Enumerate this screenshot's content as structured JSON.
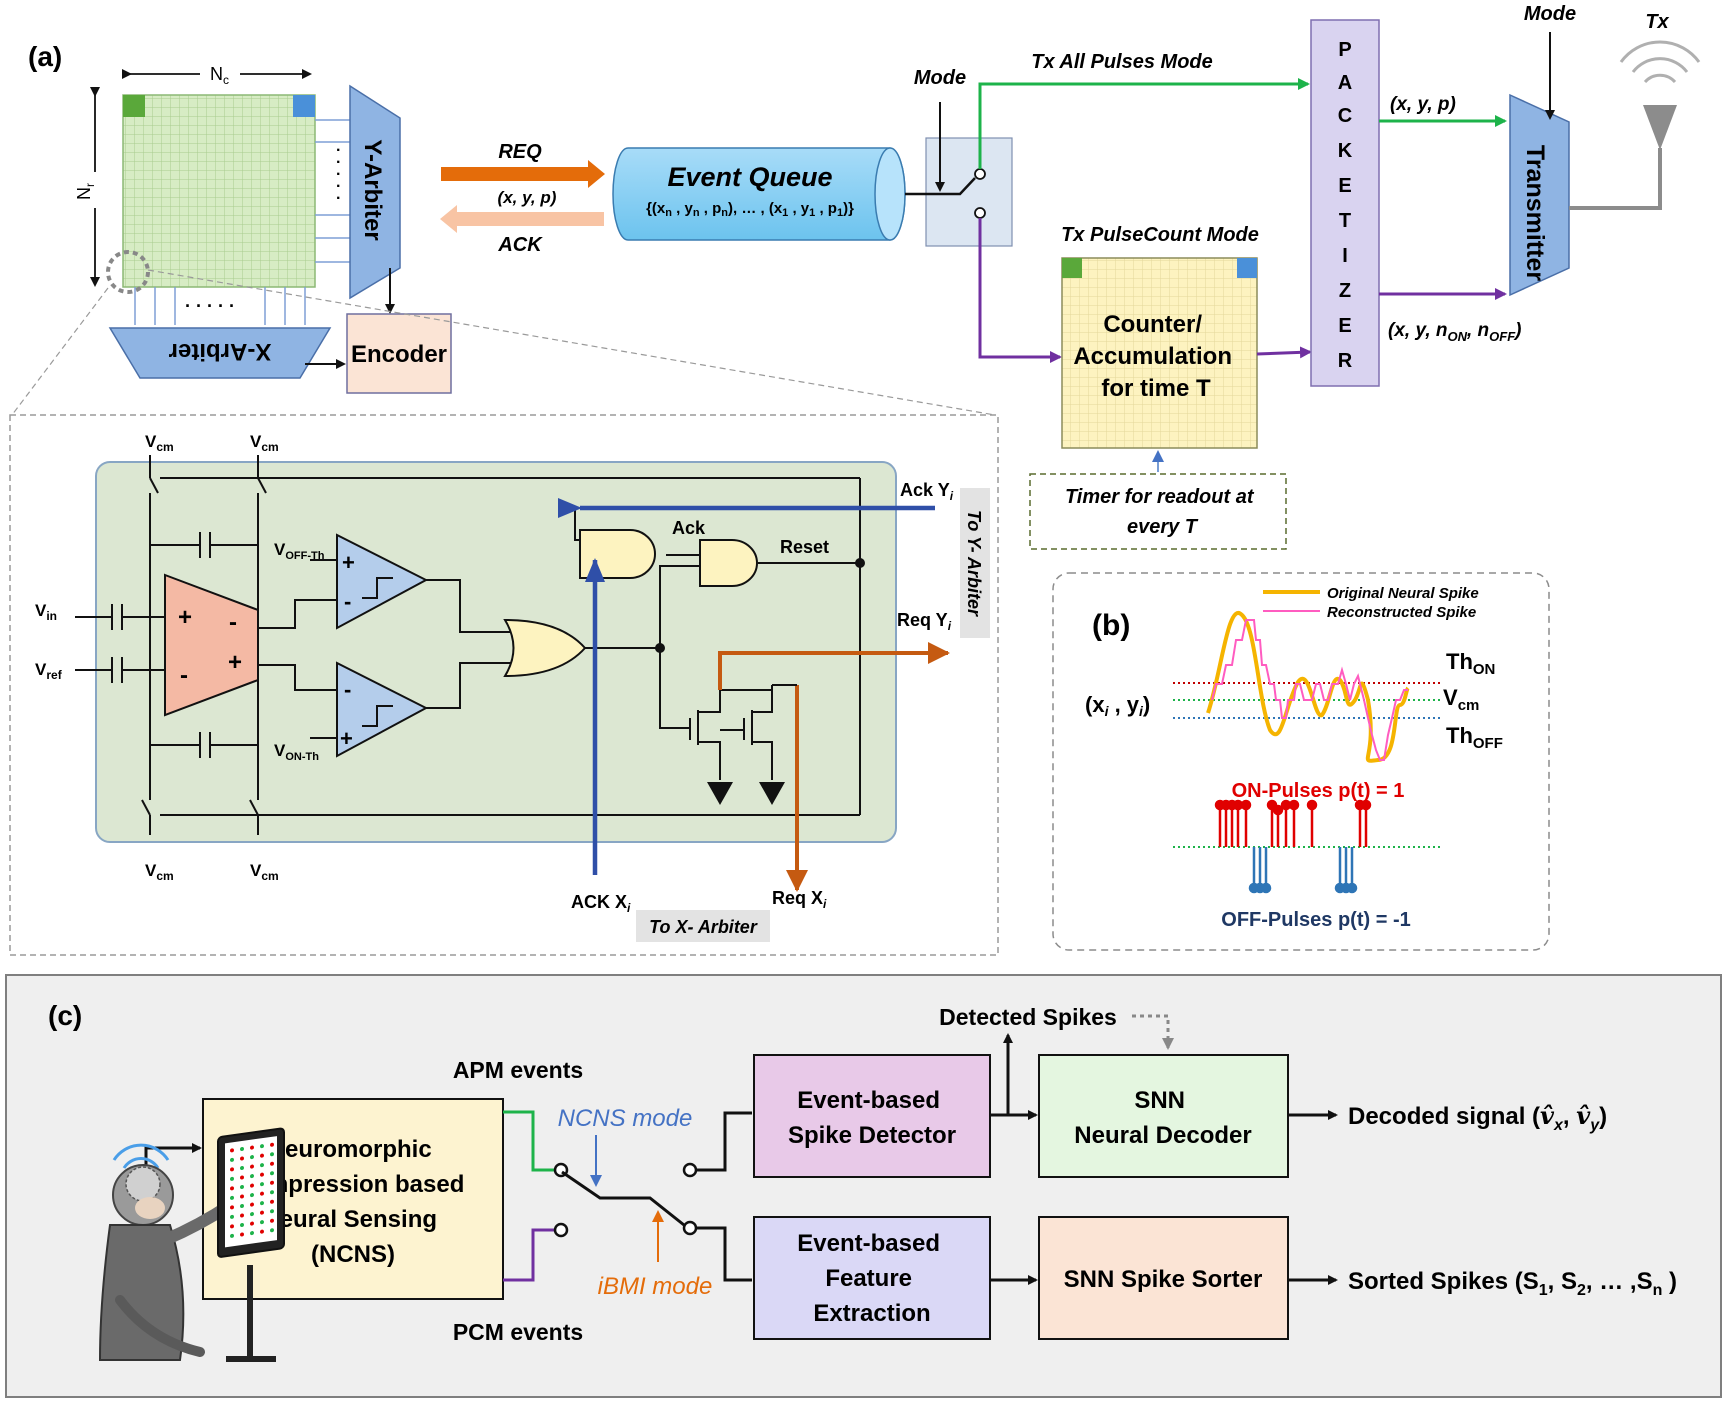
{
  "panels": {
    "a": "(a)",
    "b": "(b)",
    "c": "(c)"
  },
  "array": {
    "nc": "N",
    "nc_sub": "c",
    "nr": "N",
    "nr_sub": "r",
    "dots_v": "·\n·\n·\n·\n·",
    "dots_h": "· · · · ·"
  },
  "blocks": {
    "y_arbiter": "Y-Arbiter",
    "x_arbiter": "X-Arbiter",
    "encoder": "Encoder",
    "event_queue_title": "Event Queue",
    "event_queue_content": "{(xn , yn , pn),  … , (x1 , y1 , p1)}",
    "packetizer": [
      "P",
      "A",
      "C",
      "K",
      "E",
      "T",
      "I",
      "Z",
      "E",
      "R"
    ],
    "transmitter": "Transmitter",
    "counter": [
      "Counter/",
      "Accumulation",
      "for time T"
    ],
    "timer": [
      "Timer for readout at",
      "every T"
    ]
  },
  "signals": {
    "req": "REQ",
    "xyp_mid": "(x, y, p)",
    "ack": "ACK",
    "mode_switch": "Mode",
    "mode_tx": "Mode",
    "tx": "Tx",
    "tx_all": "Tx All Pulses Mode",
    "tx_pulsecount": "Tx PulseCount Mode",
    "xyp_out": "(x, y, p)",
    "xyn_out": "(x, y, nON, nOFF)"
  },
  "circuit": {
    "vcm": "V",
    "vcm_sub": "cm",
    "vin": "V",
    "vin_sub": "in",
    "vref": "V",
    "vref_sub": "ref",
    "voff": "V",
    "voff_sub": "OFF-Th",
    "von": "V",
    "von_sub": "ON-Th",
    "plus": "+",
    "minus": "-",
    "ack": "Ack",
    "reset": "Reset",
    "ack_y": "Ack Y",
    "req_y": "Req Y",
    "ack_x": "ACK X",
    "req_x": "Req X",
    "sub_i": "i",
    "to_y": "To Y- Arbiter",
    "to_x": "To X- Arbiter"
  },
  "panel_b": {
    "legend_original": "Original Neural Spike",
    "legend_reconstructed": "Reconstructed Spike",
    "xy": "(xi , yi)",
    "th_on": "Th",
    "th_on_sub": "ON",
    "vcm": "V",
    "vcm_sub": "cm",
    "th_off": "Th",
    "th_off_sub": "OFF",
    "on_pulses": "ON-Pulses p(t) = 1",
    "off_pulses": "OFF-Pulses p(t) = -1"
  },
  "panel_c": {
    "ncns": [
      "Neuromorphic",
      "Compression based",
      "Neural Sensing",
      "(NCNS)"
    ],
    "apm": "APM events",
    "pcm": "PCM events",
    "ncns_mode": "NCNS mode",
    "ibmi_mode": "iBMI mode",
    "spike_detector": [
      "Event-based",
      "Spike Detector"
    ],
    "feature_extraction": [
      "Event-based",
      "Feature",
      "Extraction"
    ],
    "neural_decoder": [
      "SNN",
      "Neural Decoder"
    ],
    "spike_sorter": "SNN Spike Sorter",
    "detected": "Detected Spikes",
    "decoded": "Decoded signal (v̂x, v̂y)",
    "sorted": "Sorted Spikes (S1, S2, … ,Sn )"
  },
  "colors": {
    "green_line": "#1db34a",
    "purple_line": "#7030a0",
    "orange_arrow": "#e46c0a",
    "light_orange_arrow": "#f8c4a4",
    "blue_arrow": "#2f4fa8",
    "red_pulse": "#e00000",
    "blue_pulse": "#2e75b6",
    "grid_fill": "#d7ecc4",
    "counter_fill": "#fdf3c0",
    "circuit_bg": "#dce7d2",
    "panel_c_bg": "#efefef"
  }
}
